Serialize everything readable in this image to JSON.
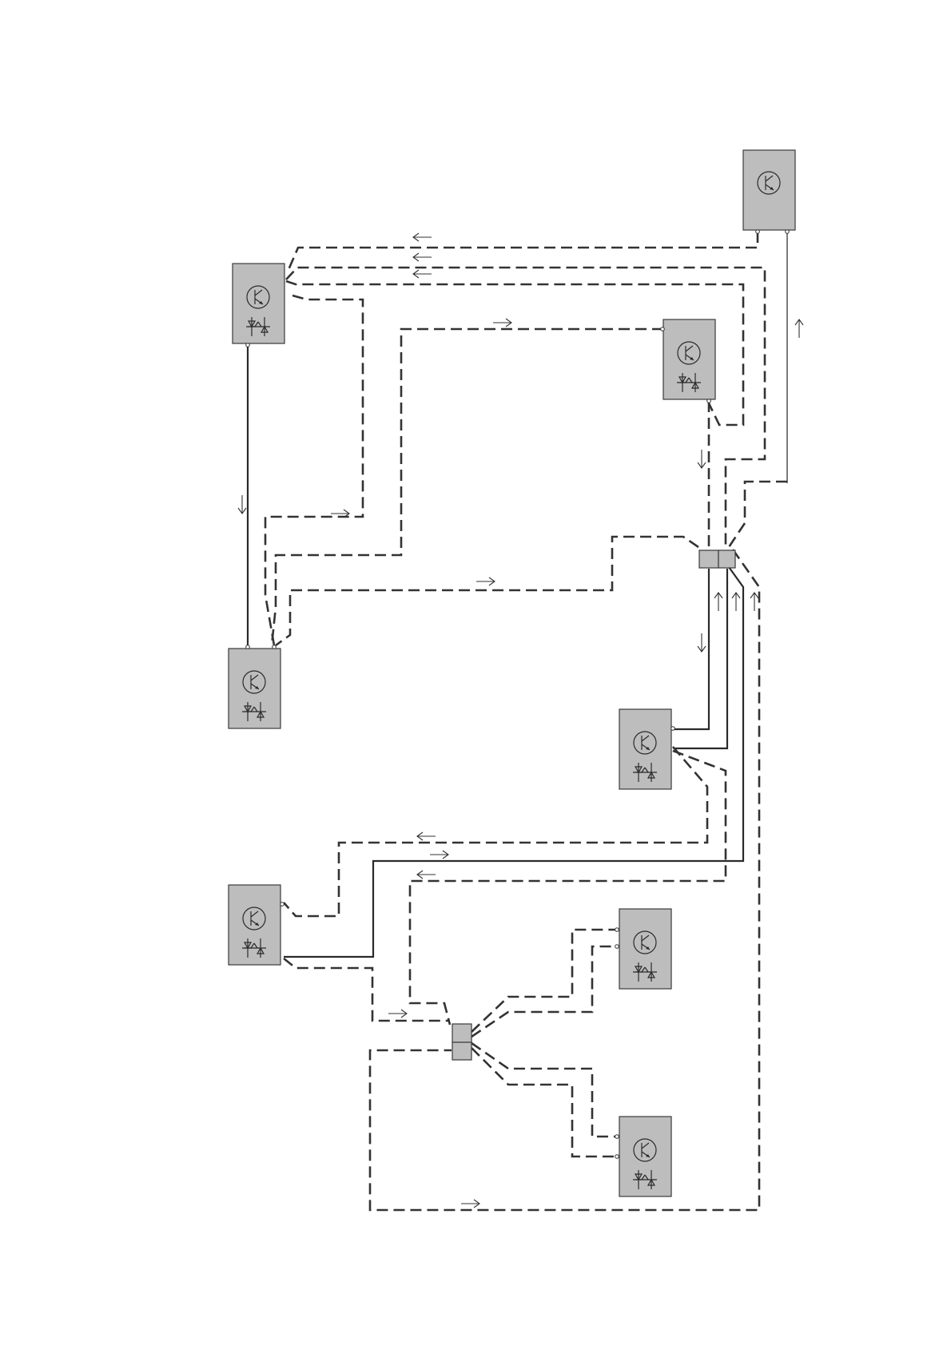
{
  "diagram": {
    "kind": "control-wiring-schematic",
    "colors": {
      "background": "#ffffff",
      "component_fill": "#bdbdbd",
      "line": "#333333"
    },
    "components": [
      {
        "id": "unit-top-right",
        "icons": [
          "transistor-icon"
        ]
      },
      {
        "id": "unit-top-left",
        "icons": [
          "transistor-icon",
          "thyristor-pair-icon"
        ]
      },
      {
        "id": "unit-upper-right",
        "icons": [
          "transistor-icon",
          "thyristor-pair-icon"
        ]
      },
      {
        "id": "unit-mid-left",
        "icons": [
          "transistor-icon",
          "thyristor-pair-icon"
        ]
      },
      {
        "id": "unit-center-right",
        "icons": [
          "transistor-icon",
          "thyristor-pair-icon"
        ]
      },
      {
        "id": "unit-lower-left",
        "icons": [
          "transistor-icon",
          "thyristor-pair-icon"
        ]
      },
      {
        "id": "unit-lower-right-a",
        "icons": [
          "transistor-icon",
          "thyristor-pair-icon"
        ]
      },
      {
        "id": "unit-lower-right-b",
        "icons": [
          "transistor-icon",
          "thyristor-pair-icon"
        ]
      }
    ],
    "junctions": [
      "junction-upper",
      "junction-lower"
    ],
    "line_types": [
      "dashed-signal-line",
      "solid-signal-line"
    ],
    "arrow_glyphs": [
      "left-arrow-icon",
      "right-arrow-icon",
      "up-arrow-icon",
      "down-arrow-icon"
    ]
  }
}
